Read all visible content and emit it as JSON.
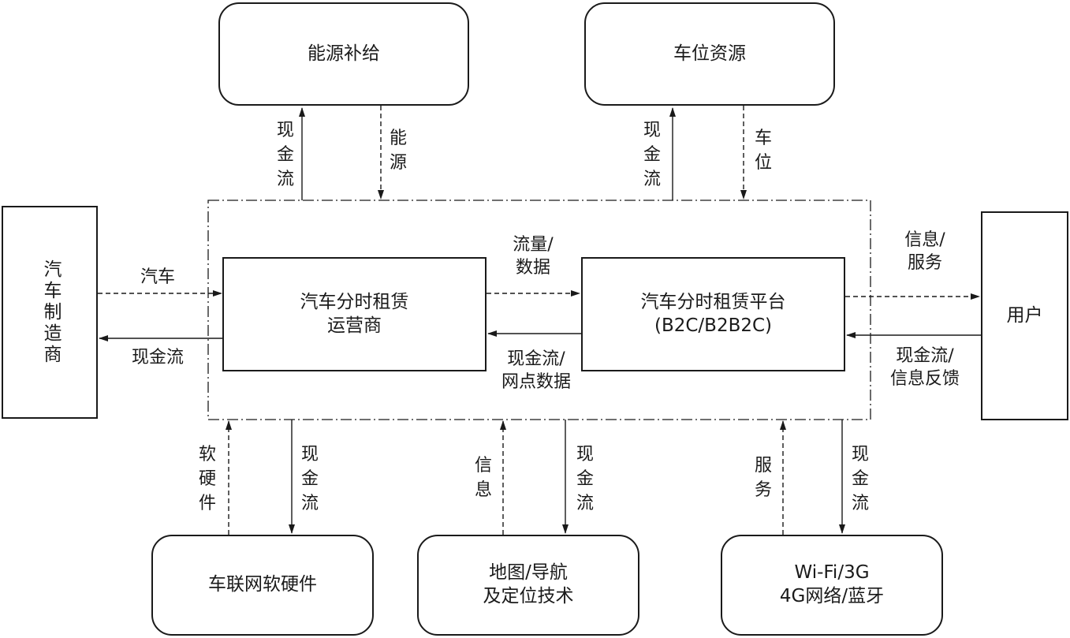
{
  "nodes": {
    "energy_supply": "能源补给",
    "parking_resources": "车位资源",
    "car_manufacturer": "汽车制造商",
    "operator": "汽车分时租赁\n运营商",
    "platform": "汽车分时租赁平台\n(B2C/B2B2C)",
    "user": "用户",
    "iov": "车联网软硬件",
    "map_nav": "地图/导航\n及定位技术",
    "network": "Wi-Fi/3G\n4G网络/蓝牙"
  },
  "edges": {
    "to_energy_cash": "现金流",
    "from_energy": "能源",
    "to_parking_cash": "现金流",
    "from_parking": "车位",
    "from_manufacturer": "汽车",
    "to_manufacturer_cash": "现金流",
    "operator_to_platform": "流量/\n数据",
    "platform_to_operator": "现金流/\n网点数据",
    "platform_to_user": "信息/\n服务",
    "user_to_platform": "现金流/\n信息反馈",
    "from_iov": "软硬件",
    "to_iov_cash": "现金流",
    "from_map": "信息",
    "to_map_cash": "现金流",
    "from_network": "服务",
    "to_network_cash": "现金流"
  },
  "colors": {
    "line": "#1a1a1a",
    "background": "#ffffff"
  }
}
